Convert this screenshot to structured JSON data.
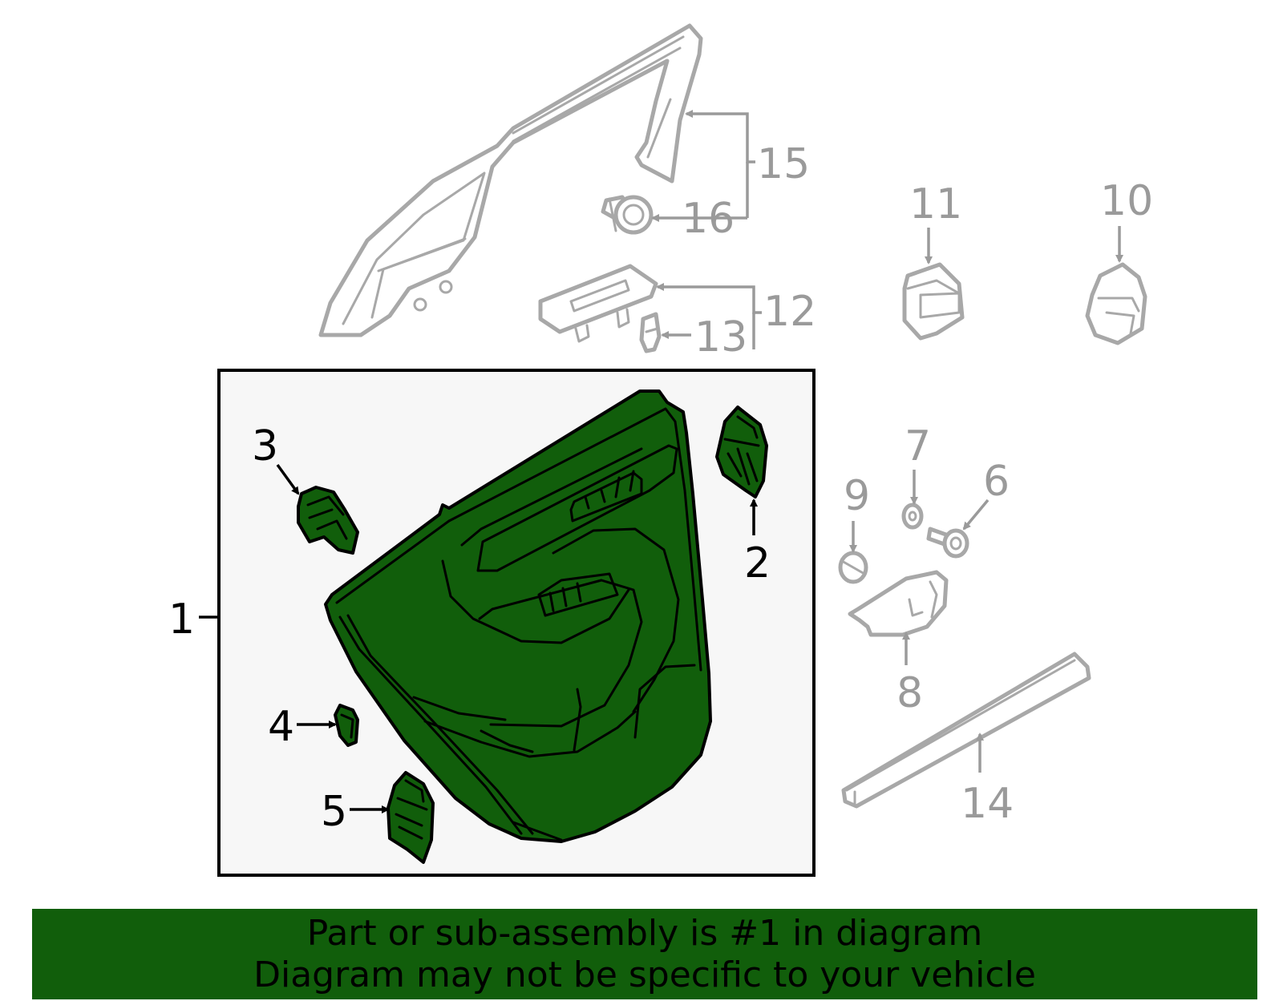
{
  "colors": {
    "highlight": "#115e0b",
    "inactive_part": "#a8a8a8",
    "inactive_label": "#9a9a9a",
    "active_label": "#000000",
    "box_background": "#f7f7f7"
  },
  "callouts": {
    "c1": "1",
    "c2": "2",
    "c3": "3",
    "c4": "4",
    "c5": "5",
    "c6": "6",
    "c7": "7",
    "c8": "8",
    "c9": "9",
    "c10": "10",
    "c11": "11",
    "c12": "12",
    "c13": "13",
    "c14": "14",
    "c15": "15",
    "c16": "16"
  },
  "banner": {
    "line1": "Part or sub-assembly is #1 in diagram",
    "line2": "Diagram may not be specific to your vehicle"
  }
}
